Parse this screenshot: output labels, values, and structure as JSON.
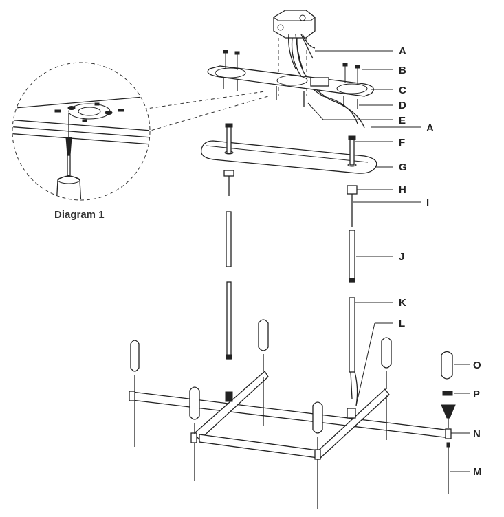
{
  "diagram": {
    "caption": "Diagram 1",
    "labels": {
      "A_top": "A",
      "B": "B",
      "C": "C",
      "D": "D",
      "E": "E",
      "A_bottom": "A",
      "F": "F",
      "G": "G",
      "H": "H",
      "I": "I",
      "J": "J",
      "K": "K",
      "L": "L",
      "O": "O",
      "P": "P",
      "N": "N",
      "M": "M"
    }
  }
}
